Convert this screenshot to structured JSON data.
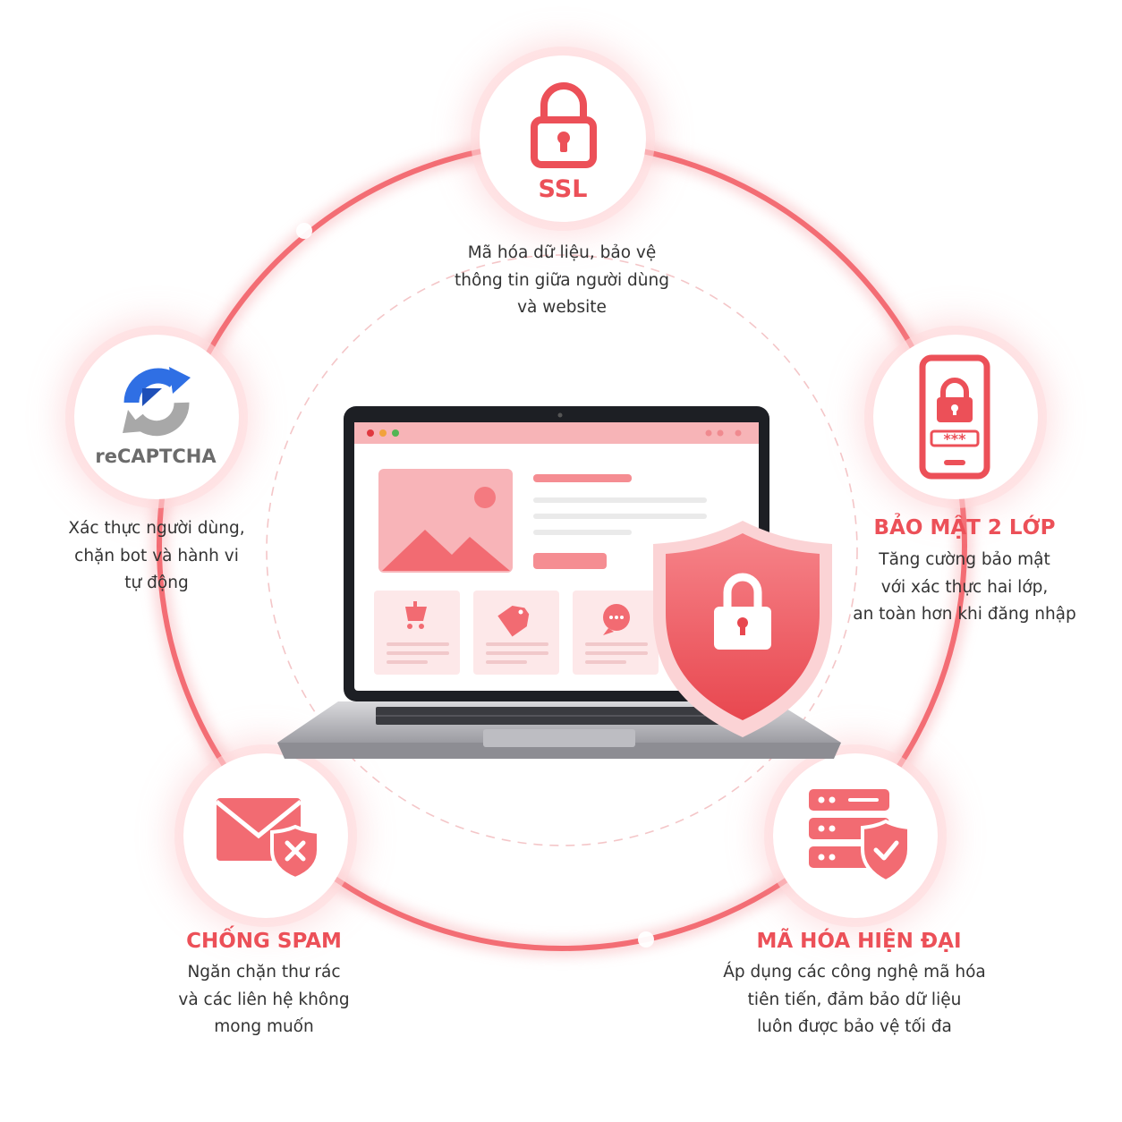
{
  "colors": {
    "accent": "#ec5058",
    "accent_light": "#f9a7ab",
    "ring": "#f36d74",
    "text": "#333333"
  },
  "ssl": {
    "icon": "padlock-icon",
    "title": "SSL",
    "desc": [
      "Mã hóa dữ liệu, bảo vệ",
      "thông tin giữa người dùng",
      "và website"
    ]
  },
  "recaptcha": {
    "icon": "recaptcha-logo-icon",
    "logo_text": "reCAPTCHA",
    "desc": [
      "Xác thực người dùng,",
      "chặn bot và hành vi",
      "tự động"
    ]
  },
  "two_factor": {
    "icon": "phone-lock-icon",
    "pin_mask": "***",
    "title": "BẢO MẬT 2 LỚP",
    "desc": [
      "Tăng cường bảo mật",
      "với xác thực hai lớp,",
      "an toàn hơn khi đăng nhập"
    ]
  },
  "anti_spam": {
    "icon": "envelope-block-icon",
    "title": "CHỐNG SPAM",
    "desc": [
      "Ngăn chặn thư rác",
      "và các liên hệ không",
      "mong muốn"
    ]
  },
  "encryption": {
    "icon": "server-shield-icon",
    "title": "MÃ HÓA HIỆN ĐẠI",
    "desc": [
      "Áp dụng các công nghệ mã hóa",
      "tiên tiến, đảm bảo dữ liệu",
      "luôn được bảo vệ tối đa"
    ]
  },
  "center": {
    "icons": [
      "laptop-icon",
      "shield-lock-icon",
      "cart-icon",
      "tag-icon",
      "chat-icon",
      "image-icon"
    ]
  }
}
